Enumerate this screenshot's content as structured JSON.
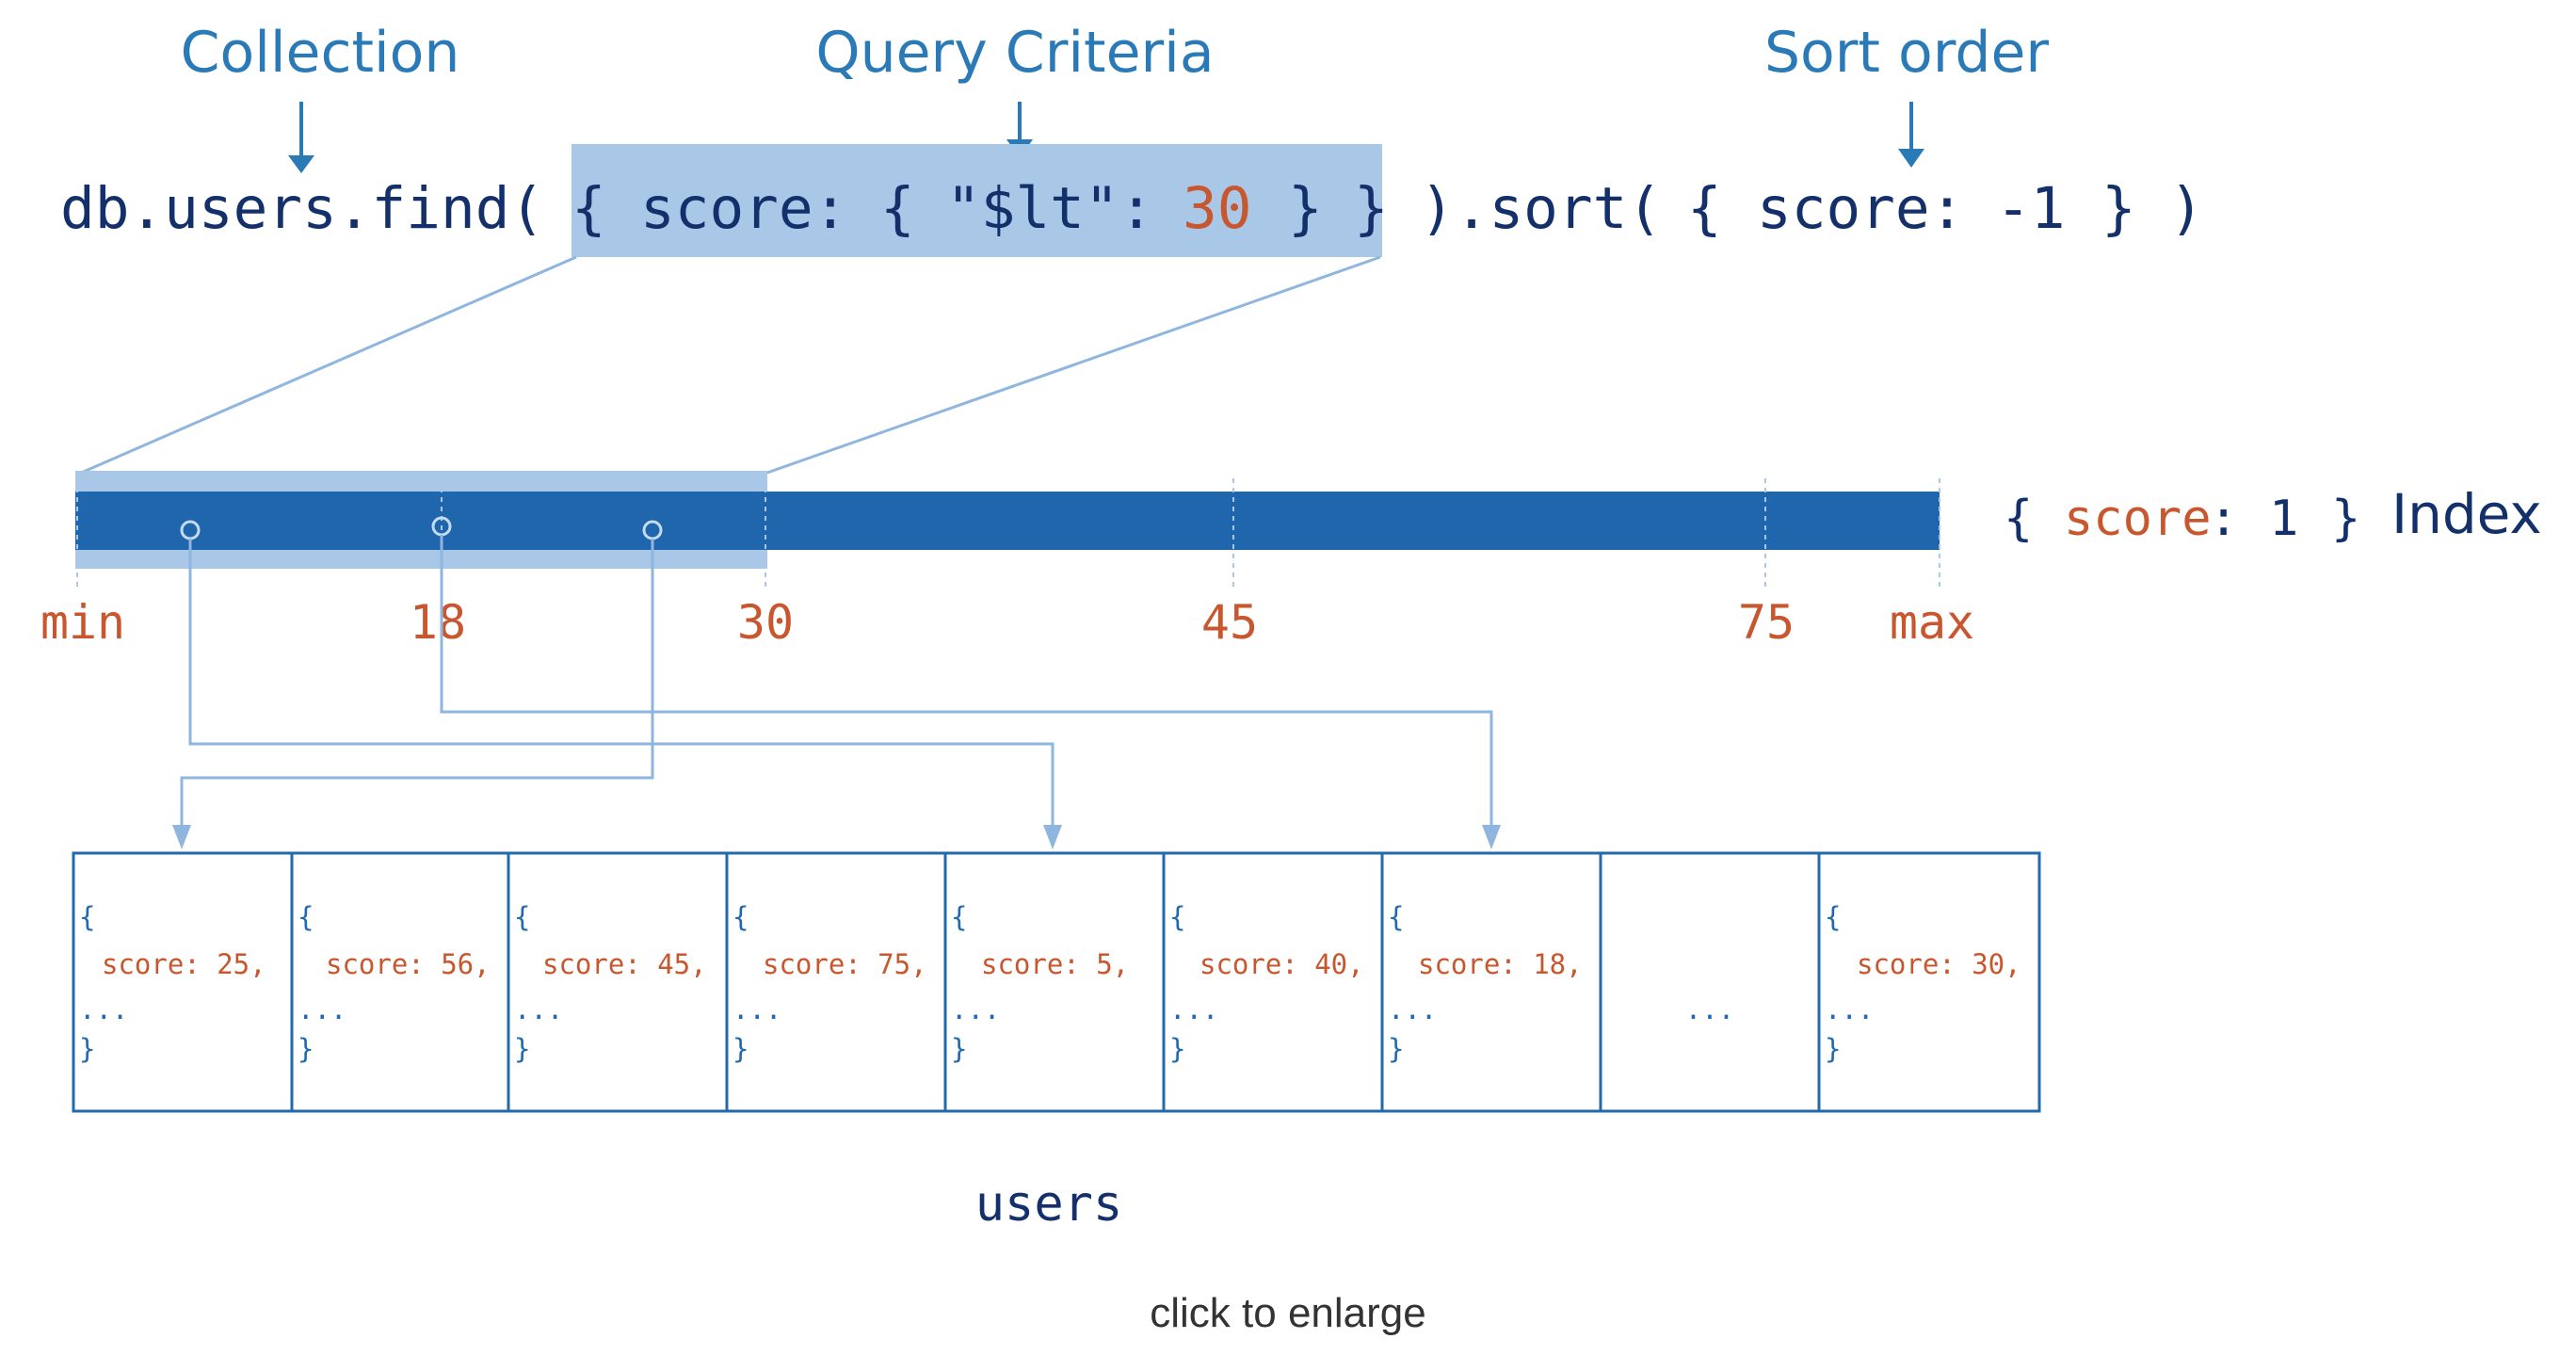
{
  "labels": {
    "collection": "Collection",
    "query_criteria": "Query Criteria",
    "sort_order": "Sort order",
    "index_word": "Index",
    "collection_name": "users"
  },
  "query_parts": {
    "prefix": "db.users.find(",
    "open_outer": "{",
    "score_key": "score:",
    "open_inner": "{",
    "lt_op": "\"$lt\":",
    "lt_value": "30",
    "close_inner": "}",
    "close_outer": "}",
    "sort_prefix": ").sort(",
    "sort_open": "{",
    "sort_key": "score:",
    "sort_value": "-1",
    "sort_close": "}",
    "suffix": ")"
  },
  "index_spec": {
    "open": "{",
    "key": "score",
    "colon": ":",
    "value": "1",
    "close": "}"
  },
  "index_ticks": [
    "min",
    "18",
    "30",
    "45",
    "75",
    "max"
  ],
  "documents": [
    {
      "open": "{",
      "line": "score: 25,",
      "ellipsis": "...",
      "close": "}"
    },
    {
      "open": "{",
      "line": "score: 56,",
      "ellipsis": "...",
      "close": "}"
    },
    {
      "open": "{",
      "line": "score: 45,",
      "ellipsis": "...",
      "close": "}"
    },
    {
      "open": "{",
      "line": "score: 75,",
      "ellipsis": "...",
      "close": "}"
    },
    {
      "open": "{",
      "line": "score: 5,",
      "ellipsis": "...",
      "close": "}"
    },
    {
      "open": "{",
      "line": "score: 40,",
      "ellipsis": "...",
      "close": "}"
    },
    {
      "open": "{",
      "line": "score: 18,",
      "ellipsis": "...",
      "close": "}"
    },
    {
      "open": "",
      "line": "...",
      "ellipsis": "",
      "close": ""
    },
    {
      "open": "{",
      "line": "score: 30,",
      "ellipsis": "...",
      "close": "}"
    }
  ],
  "caption": "click to enlarge",
  "colors": {
    "navy": "#13306b",
    "accent_blue": "#2b7ab8",
    "index_bar": "#1f66ad",
    "highlight": "#a9c7e6",
    "highlight_light": "#c5dbf0",
    "orange": "#c8562e",
    "line_blue": "#8fb6de",
    "doc_blue": "#2269ad",
    "caption": "#333333"
  }
}
